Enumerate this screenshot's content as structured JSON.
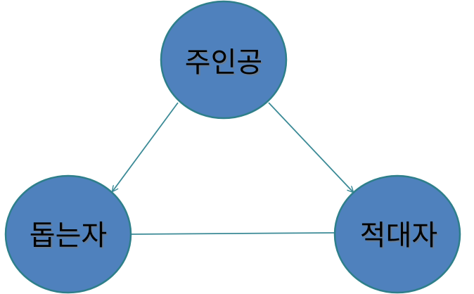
{
  "nodes": {
    "protagonist": {
      "label": "주인공"
    },
    "helper": {
      "label": "돕는자"
    },
    "antagonist": {
      "label": "적대자"
    }
  },
  "colors": {
    "node_fill": "#4f81bd",
    "node_stroke": "#2e7f8a",
    "edge": "#3b8a96"
  }
}
